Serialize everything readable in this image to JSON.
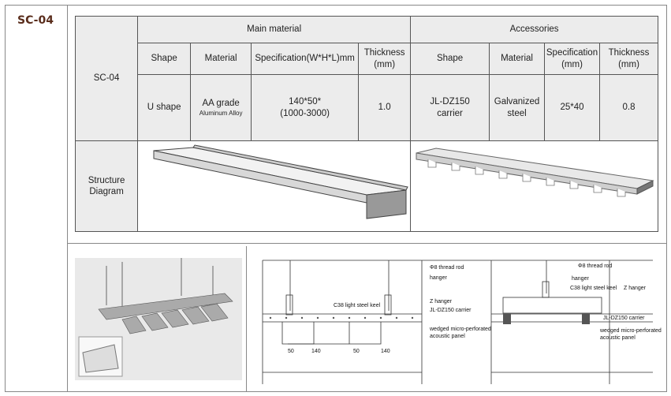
{
  "product_code": "SC-04",
  "table": {
    "row_label": "SC-04",
    "main_material": {
      "title": "Main material",
      "headers": [
        "Shape",
        "Material",
        "Specification(W*H*L)mm",
        "Thickness (mm)"
      ],
      "shape": "U shape",
      "material_grade": "AA grade",
      "material_alloy": "Aluminum Alloy",
      "spec_line1": "140*50*",
      "spec_line2": "(1000-3000)",
      "thickness": "1.0"
    },
    "accessories": {
      "title": "Accessories",
      "headers": [
        "Shape",
        "Material",
        "Specification (mm)",
        "Thickness (mm)"
      ],
      "shape_line1": "JL-DZ150",
      "shape_line2": "carrier",
      "material_line1": "Galvanized",
      "material_line2": "steel",
      "spec": "25*40",
      "thickness": "0.8"
    },
    "structure_label": "Structure Diagram"
  },
  "drawing_labels": {
    "left": {
      "thread_rod": "Φ8 thread rod",
      "hanger": "hanger",
      "keel": "C38 light steel keel",
      "z_hanger": "Z hanger",
      "carrier": "JL-DZ150 carrier",
      "panel_line1": "wedged micro-perforated",
      "panel_line2": "acoustic panel",
      "dims": [
        "50",
        "140",
        "50",
        "140"
      ]
    },
    "right": {
      "thread_rod": "Φ8 thread rod",
      "hanger": "hanger",
      "keel": "C38 light steel keel",
      "z_hanger": "Z hanger",
      "carrier": "JL-DZ150 carrier",
      "panel_line1": "wedged micro-perforated",
      "panel_line2": "acoustic panel"
    }
  }
}
